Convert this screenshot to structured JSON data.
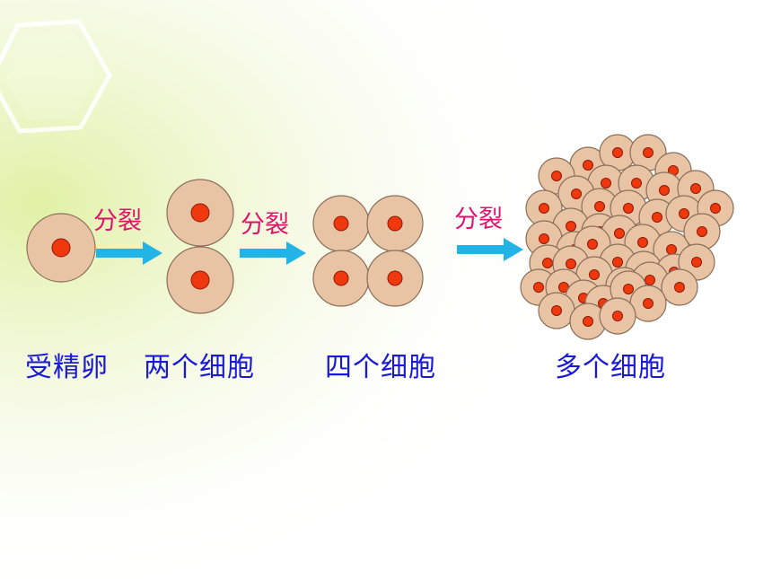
{
  "colors": {
    "cell_fill": "#e8c4a4",
    "cell_stroke": "#8a6e5a",
    "nucleus_fill": "#f0380e",
    "nucleus_stroke": "#8c1a06",
    "arrow": "#22b4e6",
    "arrow_label": "#e0106e",
    "stage_label": "#1a1ad6"
  },
  "arrows": [
    {
      "label": "分裂"
    },
    {
      "label": "分裂"
    },
    {
      "label": "分裂"
    }
  ],
  "stages": [
    {
      "label": "受精卵",
      "cell_count": 1
    },
    {
      "label": "两个细胞",
      "cell_count": 2
    },
    {
      "label": "四个细胞",
      "cell_count": 4
    },
    {
      "label": "多个细胞"
    }
  ]
}
